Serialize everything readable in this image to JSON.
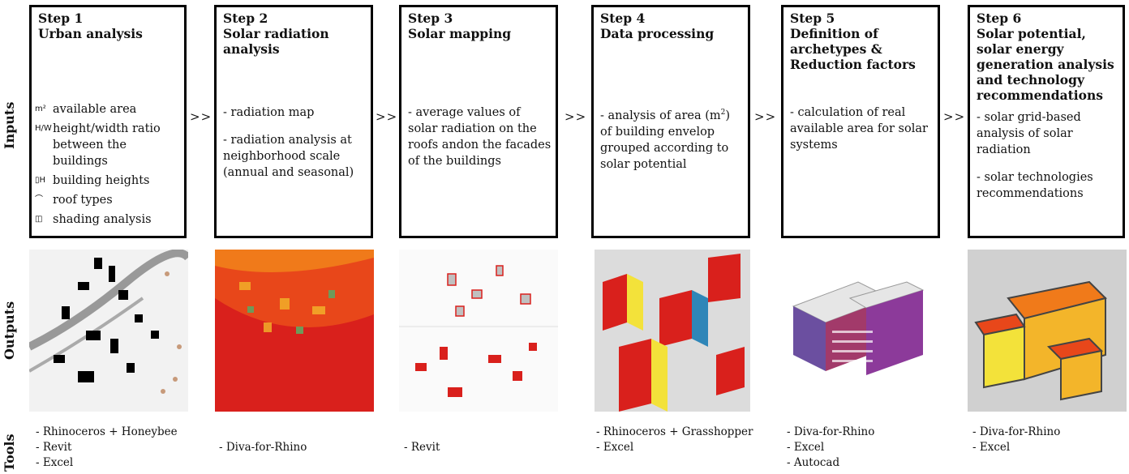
{
  "labels": {
    "inputs": "Inputs",
    "outputs": "Outputs",
    "tools": "Tools"
  },
  "arrow": ">>",
  "steps": [
    {
      "num": "Step 1",
      "title": "Urban analysis",
      "inputs": [
        {
          "icon": "m²",
          "text": "available area"
        },
        {
          "icon": "H/W",
          "text": "height/width ratio between the buildings"
        },
        {
          "icon": "▯H",
          "text": "building heights"
        },
        {
          "icon": "⌒",
          "text": "roof types"
        },
        {
          "icon": "◫",
          "text": "shading analysis"
        }
      ],
      "tools": [
        "- Rhinoceros + Honeybee",
        "- Revit",
        "- Excel"
      ]
    },
    {
      "num": "Step 2",
      "title": "Solar radiation analysis",
      "inputs": [
        "- radiation map",
        "- radiation analysis at neighborhood scale (annual and seasonal)"
      ],
      "tools": [
        "- Diva-for-Rhino"
      ]
    },
    {
      "num": "Step 3",
      "title": "Solar  mapping",
      "inputs": [
        "- average values of solar radiation on the roofs andon the facades of the buildings"
      ],
      "tools": [
        "- Revit"
      ]
    },
    {
      "num": "Step 4",
      "title": "Data processing",
      "inputs": [
        "- analysis of area (m",
        "2",
        ") of building envelop grouped according to solar potential"
      ],
      "tools": [
        "- Rhinoceros + Grasshopper",
        "- Excel"
      ]
    },
    {
      "num": "Step 5",
      "title": "Definition of archetypes  & Reduction factors",
      "inputs": [
        "- calculation of real available area for solar systems"
      ],
      "tools": [
        "- Diva-for-Rhino",
        "- Excel",
        "- Autocad"
      ]
    },
    {
      "num": "Step 6",
      "title": "Solar potential, solar energy generation analysis and technology recommendations",
      "inputs": [
        "- solar grid-based analysis of solar radiation",
        "- solar technologies recommendations"
      ],
      "tools": [
        "- Diva-for-Rhino",
        "- Excel"
      ]
    }
  ],
  "colors": {
    "red": "#d9201c",
    "orange": "#f07a1a",
    "yellow": "#f3e23a",
    "blue": "#2f86b8",
    "grey": "#c8c8c8"
  }
}
